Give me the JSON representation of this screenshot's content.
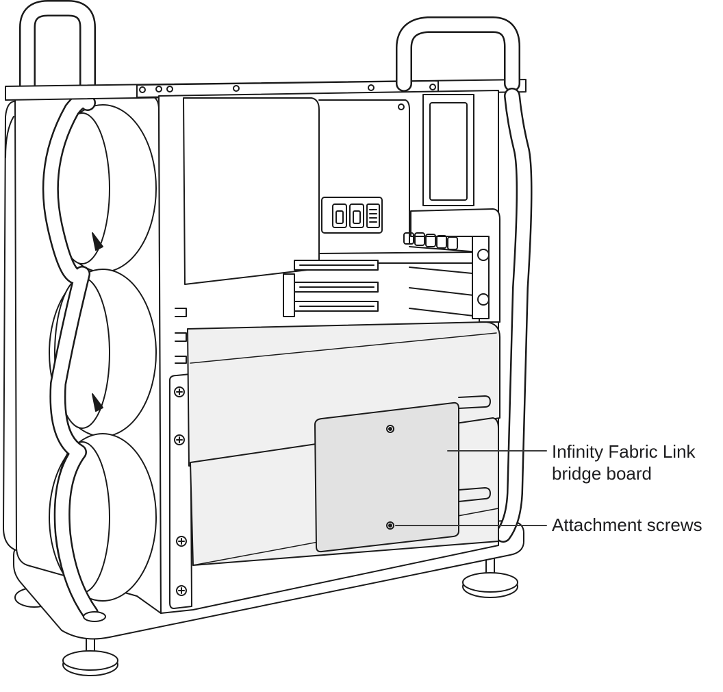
{
  "diagram": {
    "callouts": [
      {
        "id": "bridge-board",
        "lines": [
          "Infinity Fabric Link",
          "bridge board"
        ]
      },
      {
        "id": "screws",
        "lines": [
          "Attachment screws"
        ]
      }
    ],
    "colors": {
      "outline": "#1a1a1a",
      "fill": "#ffffff",
      "panel_light": "#f0f0f0",
      "bridge_board": "#e2e2e2",
      "leader_line": "#3a3a3a"
    }
  }
}
